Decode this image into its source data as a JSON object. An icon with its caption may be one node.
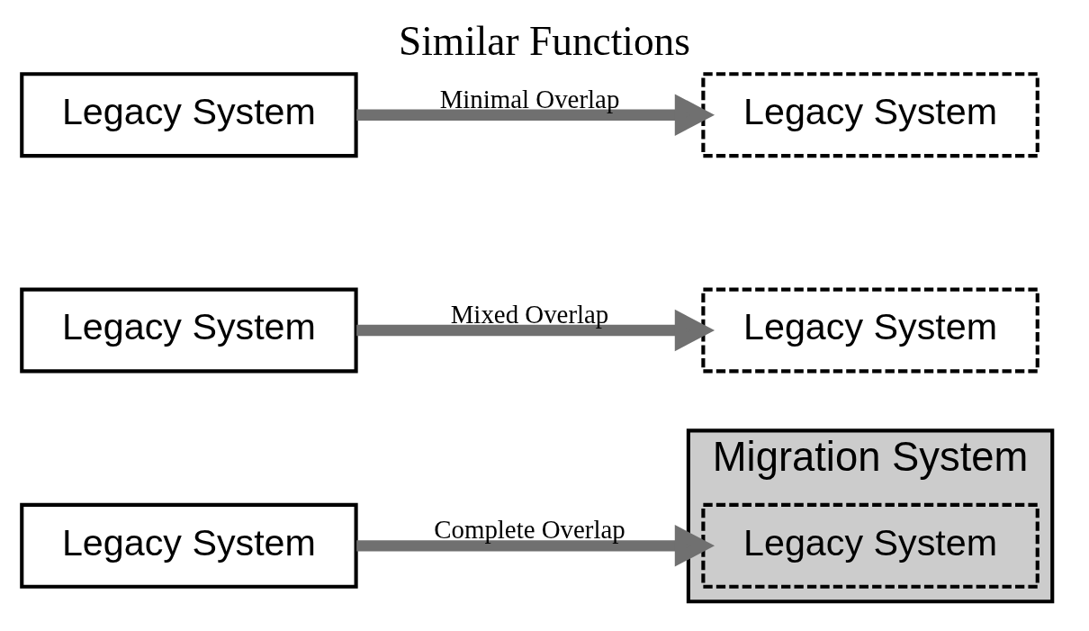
{
  "diagram": {
    "title": "Similar Functions",
    "nodes": [
      {
        "text": [
          "Legacy System"
        ]
      },
      {
        "text": [
          "Legacy System"
        ]
      },
      {
        "text": [
          "Migration System"
        ]
      },
      {
        "text": [
          "Legacy System"
        ]
      },
      {
        "text": [
          "Legacy System"
        ]
      },
      {
        "text": [
          "Legacy System"
        ]
      },
      {
        "text": [
          "Legacy System"
        ],
        "in": 2
      }
    ],
    "edges": [
      {
        "from": 0,
        "to": 1,
        "arrow": "to",
        "label": "Minimal Overlap"
      },
      {
        "from": 3,
        "to": 4,
        "arrow": "to",
        "label": "Mixed Overlap"
      },
      {
        "from": 5,
        "to": 6,
        "arrow": "to",
        "label": "Complete Overlap"
      }
    ]
  }
}
